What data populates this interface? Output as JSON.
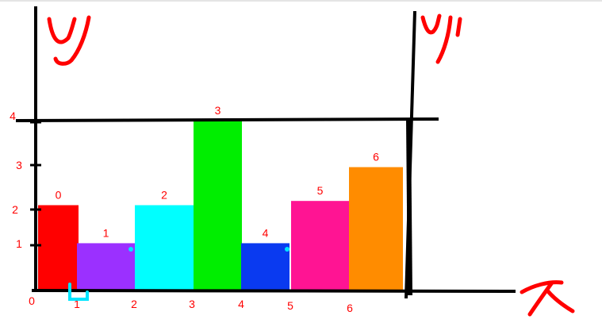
{
  "chart_data": {
    "type": "bar",
    "bars": [
      {
        "label": "0",
        "height": 2.0,
        "color": "#ff0000"
      },
      {
        "label": "1",
        "height": 1.1,
        "color": "#9b30ff"
      },
      {
        "label": "2",
        "height": 2.0,
        "color": "#00ffff"
      },
      {
        "label": "3",
        "height": 4.0,
        "color": "#00ee00"
      },
      {
        "label": "4",
        "height": 1.1,
        "color": "#0a3af0"
      },
      {
        "label": "5",
        "height": 2.1,
        "color": "#ff1493"
      },
      {
        "label": "6",
        "height": 2.9,
        "color": "#ff8c00"
      }
    ],
    "x_ticks": [
      "0",
      "1",
      "2",
      "3",
      "4",
      "5",
      "6"
    ],
    "y_ticks": [
      "1",
      "2",
      "3",
      "4"
    ],
    "ylim": [
      0,
      4
    ]
  },
  "annotations": {
    "left_axis_label": "y",
    "right_axis_label": "y'",
    "x_axis_label": "x"
  },
  "colors": {
    "ink": "#000000",
    "label_red": "#ff0000",
    "highlight": "#00e5ff"
  }
}
